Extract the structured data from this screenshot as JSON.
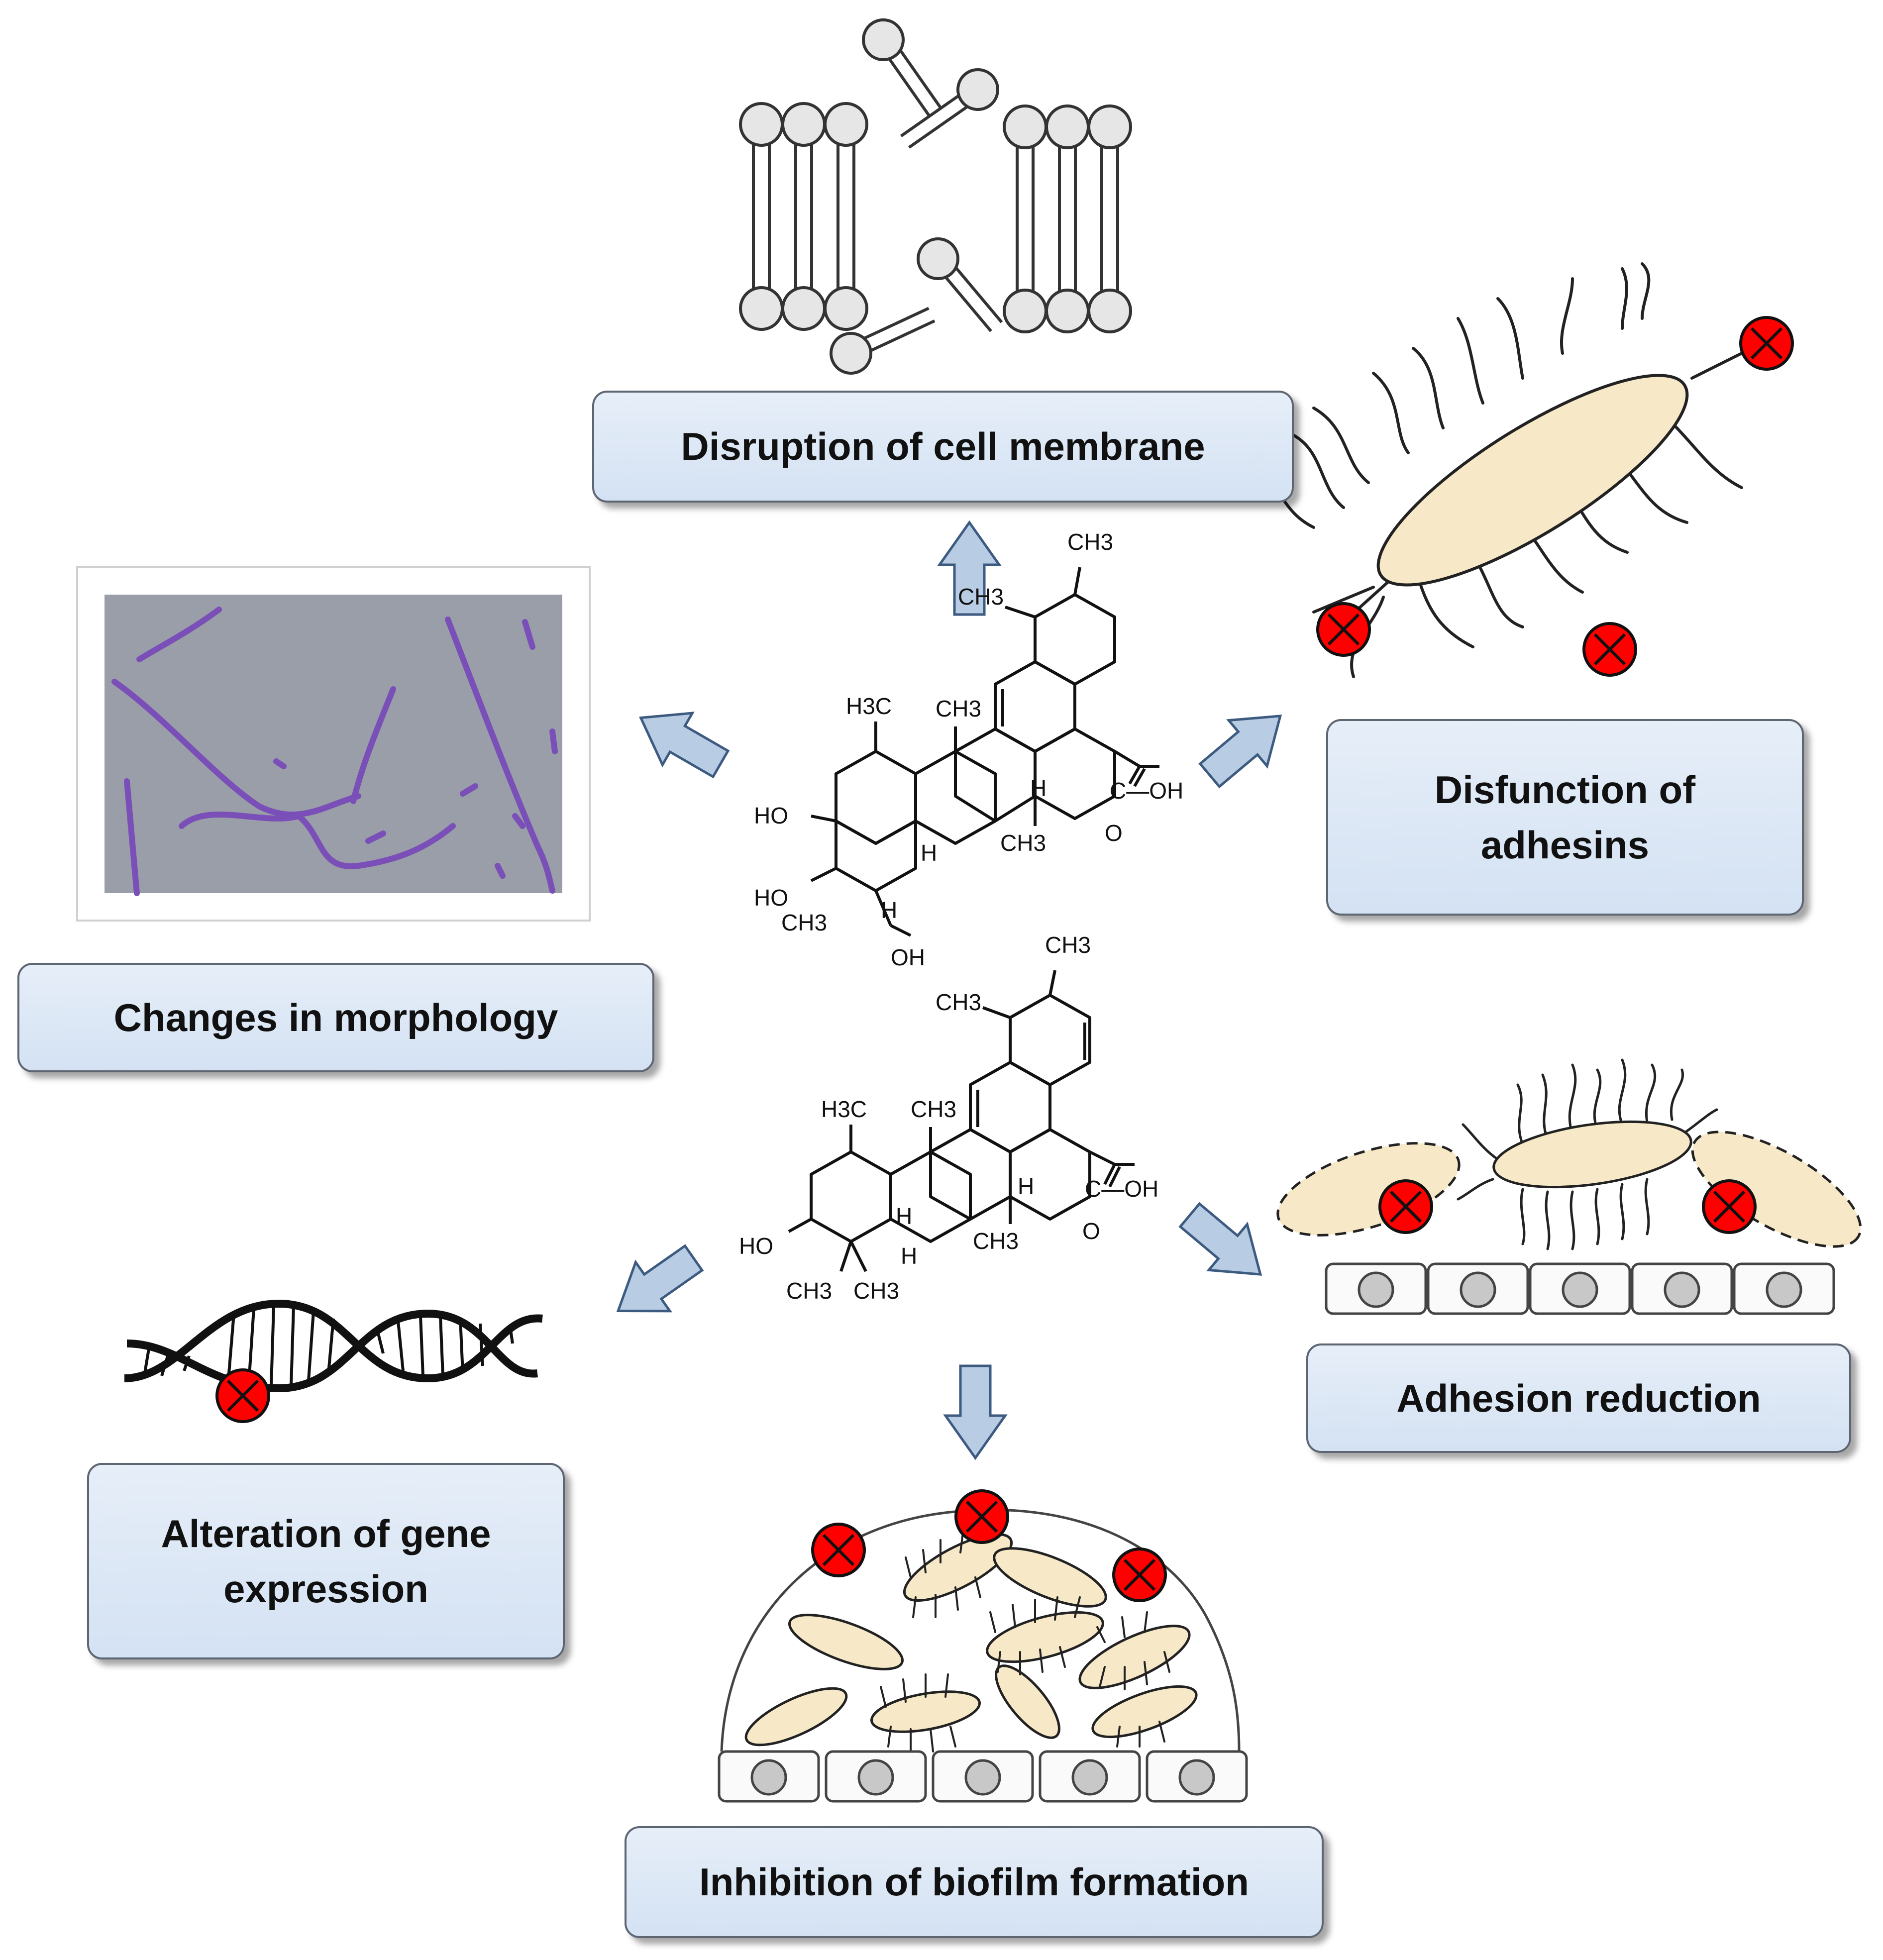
{
  "labels": {
    "disruption": "Disruption of cell membrane",
    "disfunction_line1": "Disfunction of",
    "disfunction_line2": "adhesins",
    "morphology": "Changes in morphology",
    "adhesion": "Adhesion reduction",
    "gene_line1": "Alteration of gene",
    "gene_line2": "expression",
    "biofilm": "Inhibition of biofilm formation"
  },
  "molecules": {
    "top": {
      "methyl_top": "CH3",
      "methyl_left": "CH3",
      "h3c": "H3C",
      "ch3_mid": "CH3",
      "ch3_low": "CH3",
      "acid": "C—OH",
      "carbonyl_o": "O",
      "ho_upper": "HO",
      "ho_lower": "HO",
      "ch3_c4": "CH3",
      "ch2oh": "OH",
      "h_label": "H"
    },
    "bottom": {
      "methyl_top": "CH3",
      "methyl_left": "CH3",
      "h3c": "H3C",
      "ch3_mid": "CH3",
      "ch3_low": "CH3",
      "acid": "C—OH",
      "carbonyl_o": "O",
      "ho": "HO",
      "ch3_a": "CH3",
      "ch3_b": "CH3",
      "h_label": "H"
    }
  },
  "colors": {
    "box_fill": "#dce6f2",
    "arrow_fill": "#b8cde4",
    "inhibit_red": "#ff0000",
    "cell_fill": "#f7e9c8",
    "micrograph_bg": "#9a9ea8",
    "hyphae": "#7a4fb8"
  }
}
